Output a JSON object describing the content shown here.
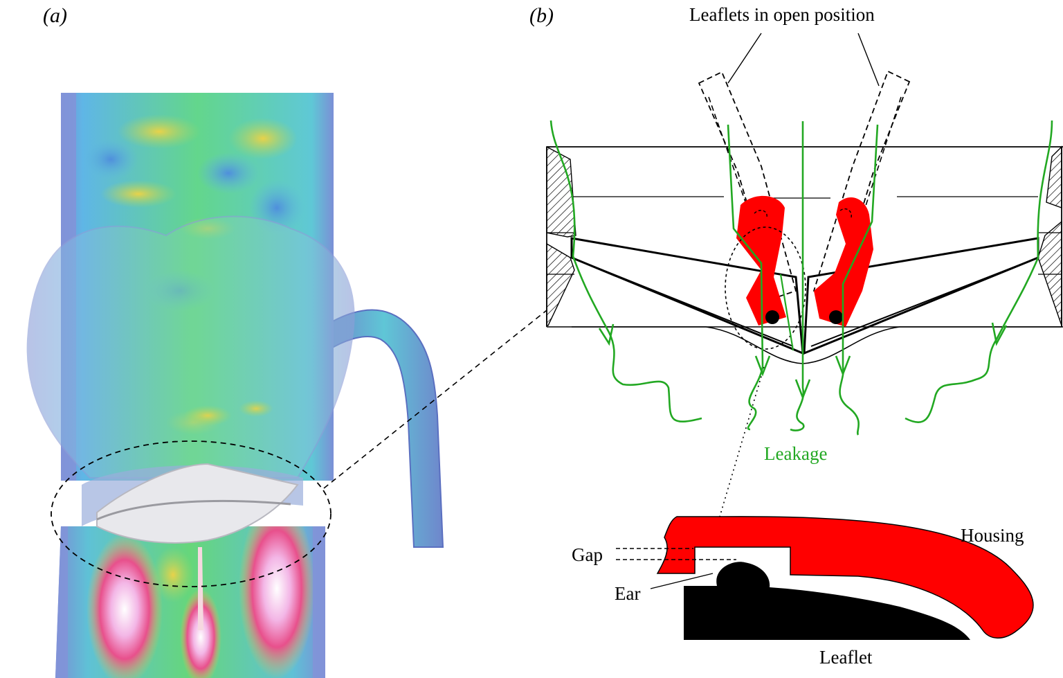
{
  "panels": {
    "a": "(a)",
    "b": "(b)"
  },
  "labels": {
    "leaflets_open": "Leaflets in open position",
    "leakage": "Leakage",
    "housing": "Housing",
    "gap": "Gap",
    "ear": "Ear",
    "leaflet": "Leaflet"
  },
  "colors": {
    "leakage_flow": "#22a822",
    "housing": "#ff0000",
    "leaflet": "#000000",
    "vessel_outer": "#7f8fd0",
    "contour_low": "#5aa0e0",
    "contour_mid": "#5fd38a",
    "contour_high": "#f07f90"
  }
}
